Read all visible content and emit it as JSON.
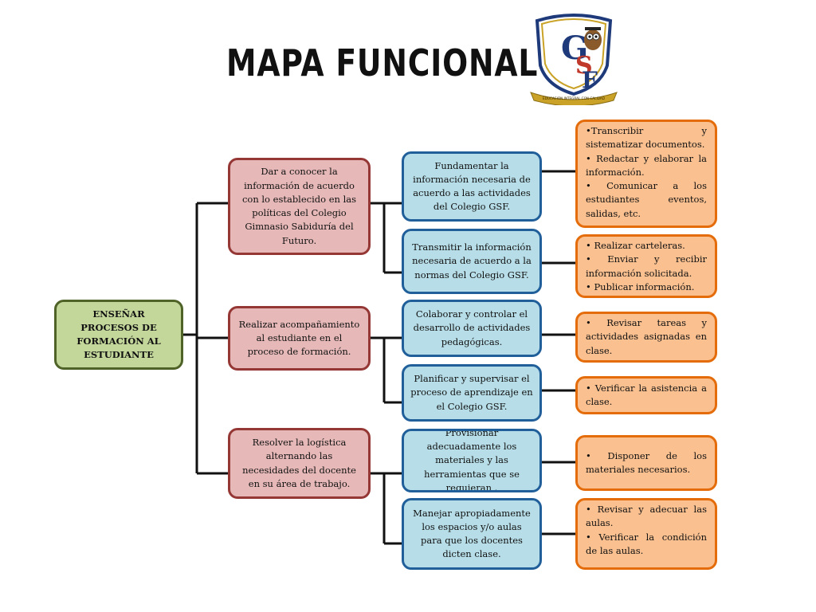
{
  "title": "MAPA FUNCIONAL",
  "logo": {
    "letters": [
      "G",
      "S",
      "F"
    ],
    "banner": "EDUCACIÓN INTEGRAL CON CALIDAD"
  },
  "colors": {
    "root": "#c4d79b",
    "level1": "#e6b9b8",
    "level2": "#b7dee8",
    "level3": "#fac090"
  },
  "root": "ENSEÑAR PROCESOS DE FORMACIÓN AL ESTUDIANTE",
  "branches": [
    {
      "label": "Dar a conocer la información de acuerdo con lo establecido en las políticas del Colegio Gimnasio Sabiduría del Futuro.",
      "functions": [
        {
          "label": "Fundamentar la información necesaria de acuerdo a las actividades del Colegio GSF.",
          "tasks": [
            "•Transcribir y sistematizar documentos.",
            "• Redactar y elaborar la información.",
            "• Comunicar a los estudiantes eventos, salidas, etc."
          ]
        },
        {
          "label": "Transmitir la información necesaria de acuerdo a la normas del Colegio GSF.",
          "tasks": [
            "• Realizar carteleras.",
            "• Enviar y recibir información solicitada.",
            "• Publicar información."
          ]
        }
      ]
    },
    {
      "label": "Realizar acompañamiento al estudiante en el proceso de formación.",
      "functions": [
        {
          "label": "Colaborar y controlar el desarrollo de actividades pedagógicas.",
          "tasks": [
            "• Revisar tareas y actividades asignadas en clase."
          ]
        },
        {
          "label": "Planificar y supervisar el proceso de aprendizaje en el Colegio GSF.",
          "tasks": [
            "• Verificar la asistencia a clase."
          ]
        }
      ]
    },
    {
      "label": "Resolver la logística alternando las necesidades del docente en su área de trabajo.",
      "functions": [
        {
          "label": "Provisionar adecuadamente los materiales y las herramientas que se requieran .",
          "tasks": [
            "• Disponer de los materiales necesarios."
          ]
        },
        {
          "label": "Manejar apropiadamente los espacios y/o aulas para que los docentes dicten clase.",
          "tasks": [
            "• Revisar y adecuar las aulas.",
            "• Verificar la condición de las aulas."
          ]
        }
      ]
    }
  ]
}
